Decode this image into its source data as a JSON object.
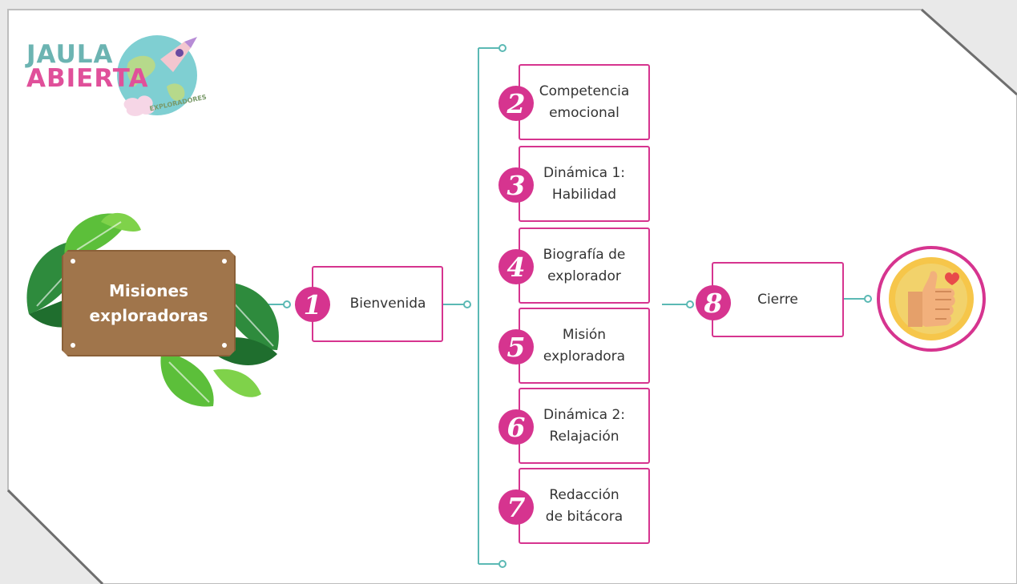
{
  "logo": {
    "line1": "JAULA",
    "line2": "ABIERTA",
    "tagline": "EXPLORADORES",
    "colors": {
      "line1": "#6cb4b2",
      "line2": "#e0509a"
    }
  },
  "root": {
    "label": "Misiones\nexploradoras"
  },
  "steps": [
    {
      "number": "1",
      "label": "Bienvenida"
    },
    {
      "number": "2",
      "label": "Competencia\nemocional"
    },
    {
      "number": "3",
      "label": "Dinámica 1:\nHabilidad"
    },
    {
      "number": "4",
      "label": "Biografía de\nexplorador"
    },
    {
      "number": "5",
      "label": "Misión\nexploradora"
    },
    {
      "number": "6",
      "label": "Dinámica 2:\nRelajación"
    },
    {
      "number": "7",
      "label": "Redacción\nde bitácora"
    },
    {
      "number": "8",
      "label": "Cierre"
    }
  ],
  "end_icon": "thumbs-up-heart-icon",
  "colors": {
    "accent": "#d6348f",
    "connector": "#5bb9b4",
    "sign": "#a0754b",
    "leaves": "#2e8b3d"
  }
}
